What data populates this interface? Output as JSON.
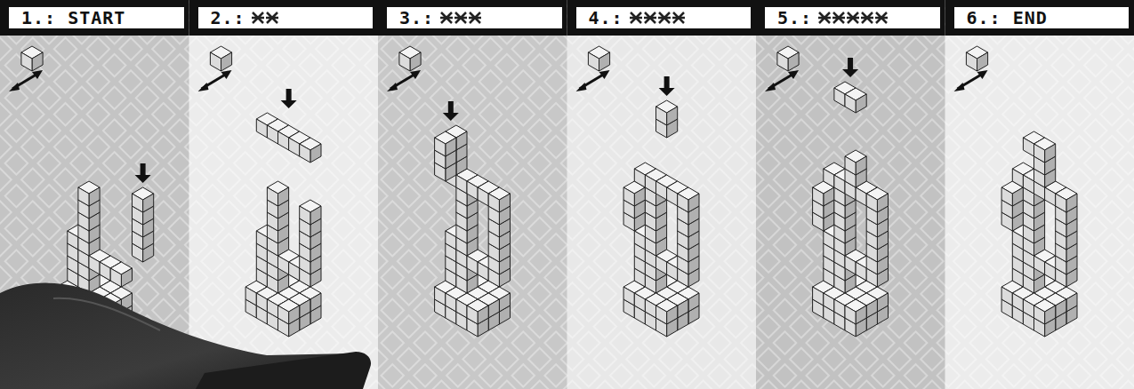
{
  "diagram": {
    "labels": [
      "1.: START",
      "2.:",
      "3.:",
      "4.:",
      "5.:",
      "6.: END"
    ]
  }
}
